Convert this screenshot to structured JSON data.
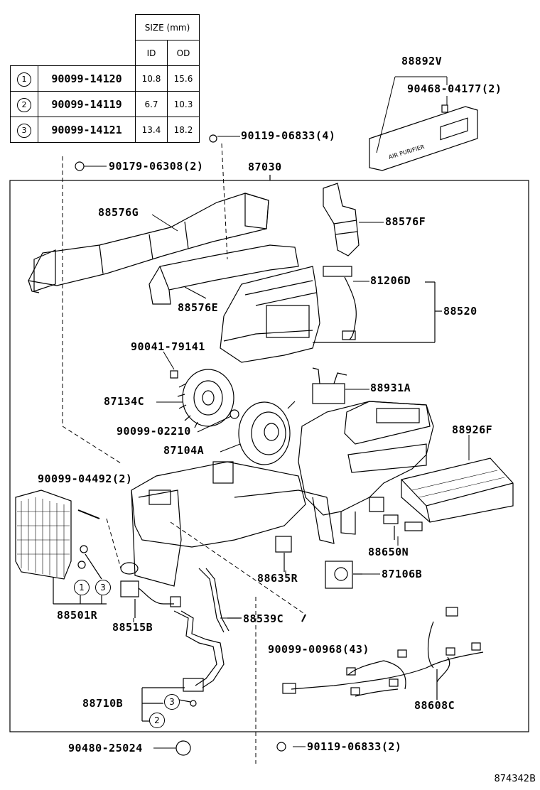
{
  "size_table": {
    "header_size": "SIZE (mm)",
    "header_id": "ID",
    "header_od": "OD",
    "rows": [
      {
        "mark": "1",
        "part": "90099-14120",
        "id": "10.8",
        "od": "15.6"
      },
      {
        "mark": "2",
        "part": "90099-14119",
        "id": "6.7",
        "od": "10.3"
      },
      {
        "mark": "3",
        "part": "90099-14121",
        "id": "13.4",
        "od": "18.2"
      }
    ]
  },
  "labels": {
    "p88892V": "88892V",
    "p90468": "90468-04177(2)",
    "p90119a": "90119-06833(4)",
    "p90179": "90179-06308(2)",
    "p87030": "87030",
    "p88576G": "88576G",
    "p88576F": "88576F",
    "p81206D": "81206D",
    "p88576E": "88576E",
    "p88520": "88520",
    "p90041": "90041-79141",
    "p88931A": "88931A",
    "p87134C": "87134C",
    "p90099_02210": "90099-02210",
    "p88926F": "88926F",
    "p87104A": "87104A",
    "p90099_04492": "90099-04492(2)",
    "p88650N": "88650N",
    "p88635R": "88635R",
    "p87106B": "87106B",
    "p88501R": "88501R",
    "p88515B": "88515B",
    "p88539C": "88539C",
    "p90099_00968": "90099-00968(43)",
    "p88608C": "88608C",
    "p88710B": "88710B",
    "p90480": "90480-25024",
    "p90119b": "90119-06833(2)"
  },
  "callouts": {
    "c1": "1",
    "c3": "3",
    "c3b": "3",
    "c2": "2"
  },
  "filter_text": "AIR PURIFIER",
  "figure_ref": "874342B"
}
